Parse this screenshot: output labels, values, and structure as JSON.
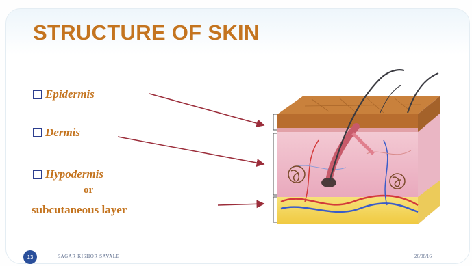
{
  "slide": {
    "title": "STRUCTURE OF SKIN",
    "bullets": [
      {
        "label": "Epidermis"
      },
      {
        "label": "Dermis"
      },
      {
        "label": "Hypodermis"
      }
    ],
    "or_text": "or",
    "subcutaneous_text": "subcutaneous layer",
    "footer": {
      "slide_number": "13",
      "author": "SAGAR KISHOR SAVALE",
      "date": "26/08/16"
    }
  },
  "colors": {
    "title": "#c4741f",
    "bullet_box": "#2c3e8f",
    "arrow": "#9b2d3a"
  },
  "icons": [
    "checkbox-bullet-icon",
    "skin-cross-section-illustration"
  ]
}
